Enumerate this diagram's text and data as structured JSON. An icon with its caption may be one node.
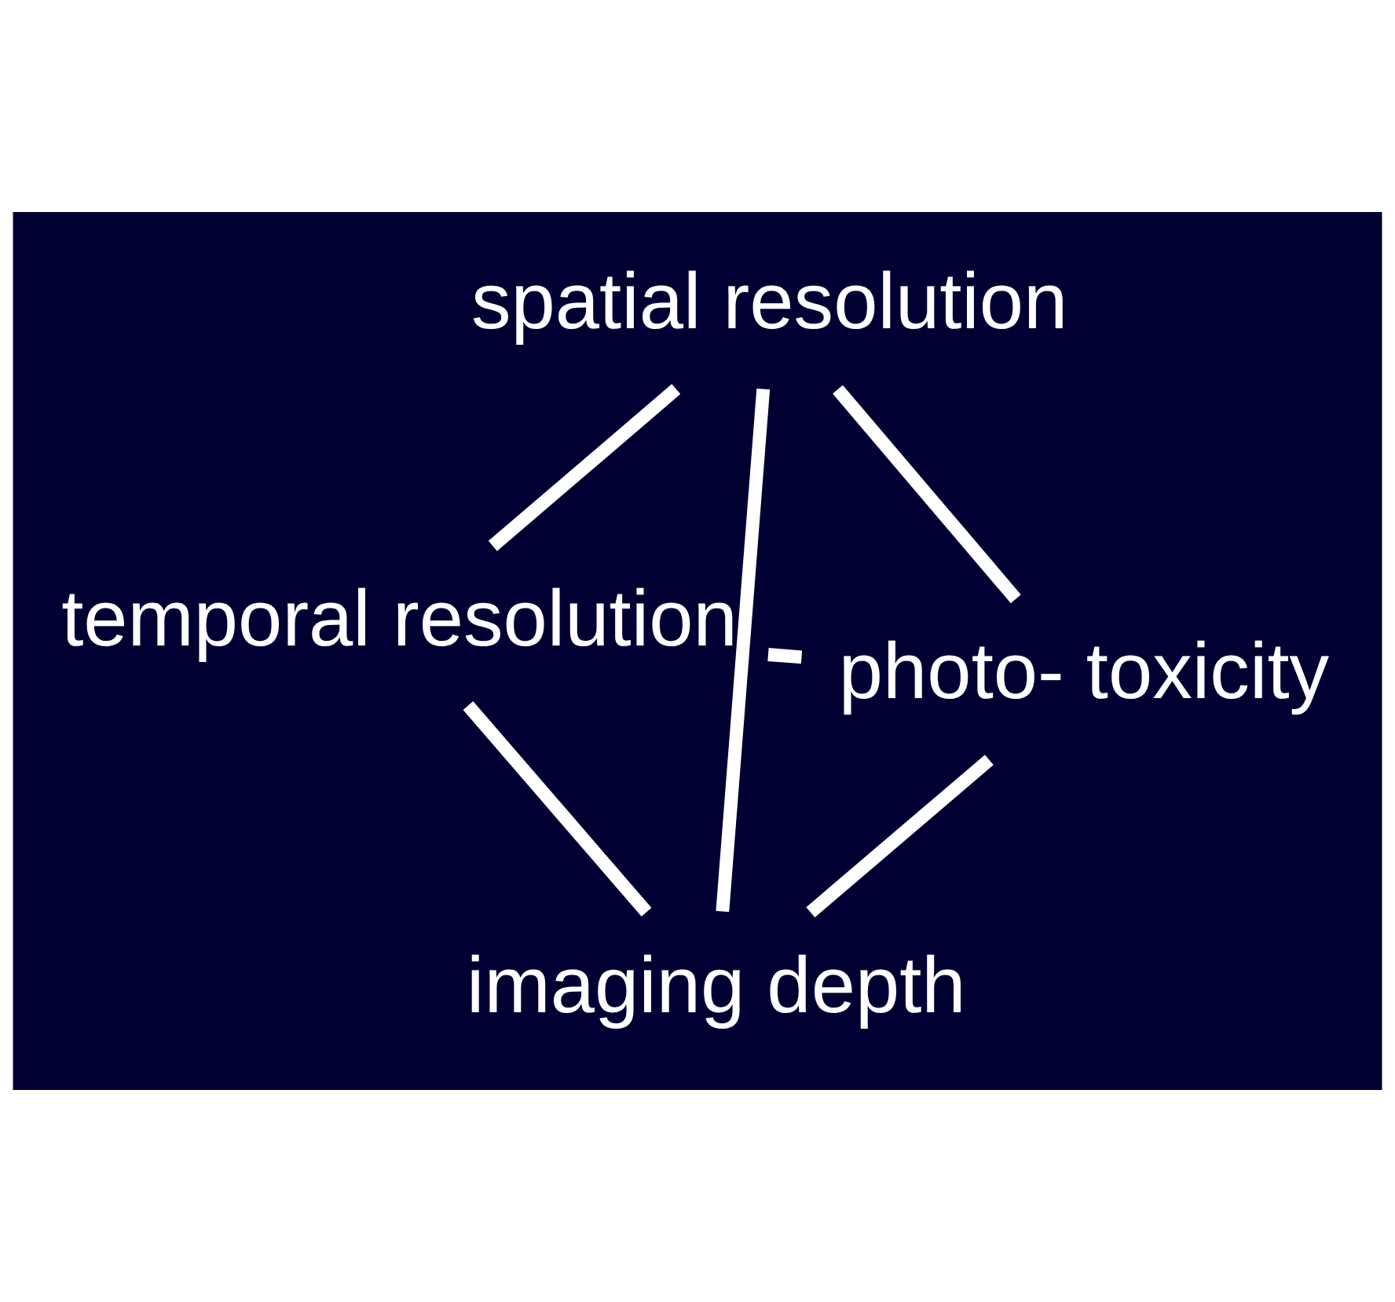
{
  "diagram": {
    "nodes": [
      {
        "text": [
          "spatial resolution"
        ]
      },
      {
        "text": [
          "imaging depth"
        ]
      },
      {
        "text": [
          "photo- toxicity"
        ]
      },
      {
        "text": [
          "temporal resolution"
        ]
      }
    ],
    "edges": [
      {
        "from": 0,
        "to": 2,
        "arrow": "none"
      },
      {
        "from": 0,
        "to": 3,
        "arrow": "none"
      },
      {
        "from": 0,
        "to": 1,
        "arrow": "none"
      },
      {
        "from": 2,
        "to": 1,
        "arrow": "none"
      },
      {
        "from": 2,
        "to": 3,
        "arrow": "none"
      },
      {
        "from": 3,
        "to": 1,
        "arrow": "none"
      }
    ]
  }
}
